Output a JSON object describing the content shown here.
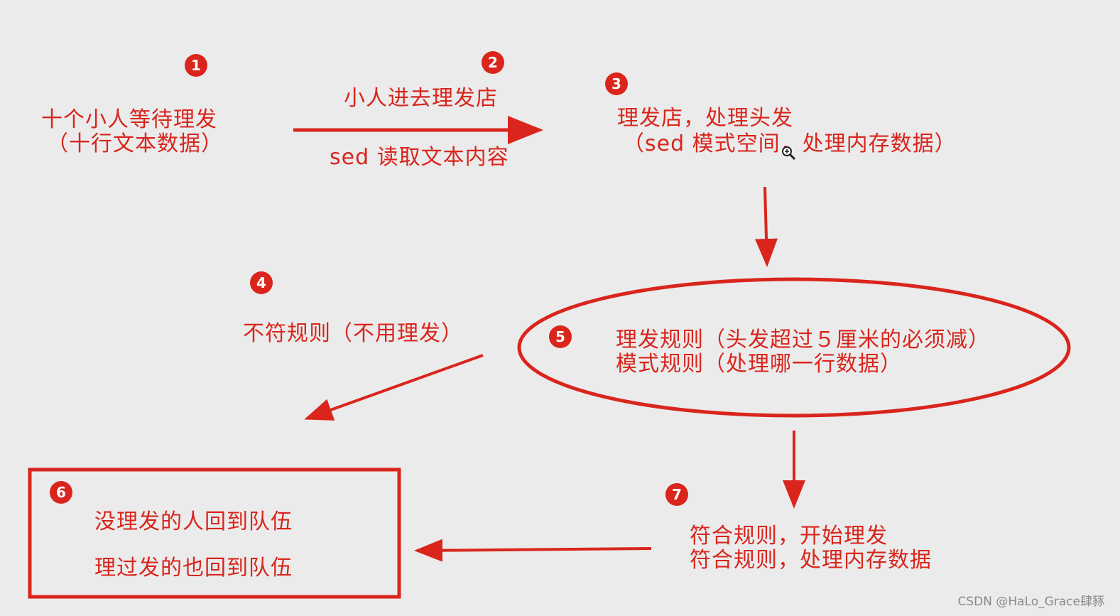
{
  "colors": {
    "accent": "#d9251c",
    "background": "#ebebeb",
    "watermark": "#8a8a8a"
  },
  "steps": {
    "s1": {
      "num": "1",
      "line1": "十个小人等待理发",
      "line2": "（十行文本数据）"
    },
    "s2": {
      "num": "2",
      "above": "小人进去理发店",
      "below": "sed 读取文本内容"
    },
    "s3": {
      "num": "3",
      "line1": "理发店，处理头发",
      "line2": "（sed 模式空间，处理内存数据）"
    },
    "s4": {
      "num": "4",
      "line1": "不符规则（不用理发）"
    },
    "s5": {
      "num": "5",
      "line1": "理发规则（头发超过５厘米的必须减）",
      "line2": "模式规则（处理哪一行数据）"
    },
    "s6": {
      "num": "6",
      "line1": "没理发的人回到队伍",
      "line2": "理过发的也回到队伍"
    },
    "s7": {
      "num": "7",
      "line1": "符合规则，开始理发",
      "line2": "符合规则，处理内存数据"
    }
  },
  "watermark": "CSDN @HaLo_Grace肆豩",
  "cursor_icon": "zoom-in-icon"
}
